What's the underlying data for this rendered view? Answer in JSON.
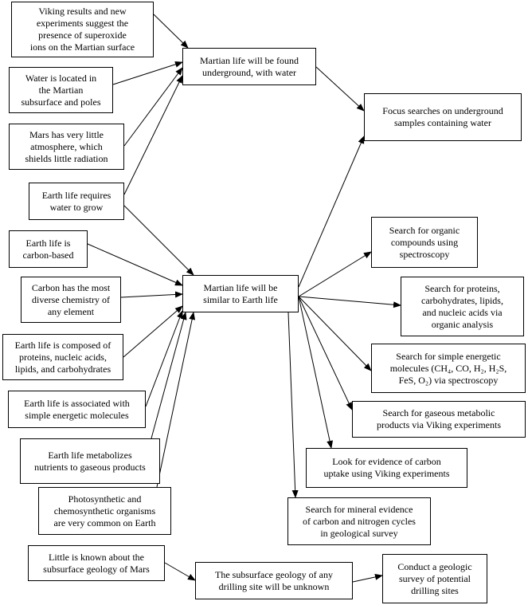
{
  "nodes": {
    "n_viking_superoxide": [
      "Viking results and new",
      "experiments suggest the",
      "presence of superoxide",
      "ions on the Martian surface"
    ],
    "n_water_located": [
      "Water is located in",
      "the Martian",
      "subsurface and poles"
    ],
    "n_mars_atmosphere": [
      "Mars has very little",
      "atmosphere, which",
      "shields little radiation"
    ],
    "n_earth_water": [
      "Earth life requires",
      "water to grow"
    ],
    "n_carbon_based": [
      "Earth life is",
      "carbon-based"
    ],
    "n_carbon_chem": [
      "Carbon has the most",
      "diverse chemistry of",
      "any element"
    ],
    "n_composed": [
      "Earth life is composed of",
      "proteins, nucleic acids,",
      "lipids, and carbohydrates"
    ],
    "n_energetic_assoc": [
      "Earth life is associated with",
      "simple energetic molecules"
    ],
    "n_metabolizes": [
      "Earth life metabolizes",
      "nutrients to gaseous products"
    ],
    "n_photosynthetic": [
      "Photosynthetic and",
      "chemosynthetic organisms",
      "are very common on Earth"
    ],
    "n_little_known": [
      "Little is known about the",
      "subsurface geology of Mars"
    ],
    "n_underground": [
      "Martian life will be found",
      "underground, with water"
    ],
    "n_similar": [
      "Martian life will be",
      "similar to Earth life"
    ],
    "n_subsurface_unknown": [
      "The subsurface geology of any",
      "drilling site will be unknown"
    ],
    "n_focus": [
      "Focus searches on underground",
      "samples containing water"
    ],
    "n_organic_spec": [
      "Search for organic",
      "compounds using",
      "spectroscopy"
    ],
    "n_proteins": [
      "Search for proteins,",
      "carbohydrates, lipids,",
      "and nucleic acids via",
      "organic analysis"
    ],
    "n_simple_energetic": [
      "Search for simple energetic",
      "molecules (CH₄, CO, H₂, H₂S,",
      "FeS, O₂) via spectroscopy"
    ],
    "n_gaseous": [
      "Search for gaseous metabolic",
      "products via Viking experiments"
    ],
    "n_carbon_uptake": [
      "Look for evidence of carbon",
      "uptake using Viking experiments"
    ],
    "n_mineral": [
      "Search for mineral evidence",
      "of carbon and nitrogen cycles",
      "in geological survey"
    ],
    "n_conduct": [
      "Conduct a geologic",
      "survey of potential",
      "drilling sites"
    ]
  },
  "edges": [
    [
      "n_viking_superoxide",
      "n_underground"
    ],
    [
      "n_water_located",
      "n_underground"
    ],
    [
      "n_mars_atmosphere",
      "n_underground"
    ],
    [
      "n_earth_water",
      "n_underground"
    ],
    [
      "n_earth_water",
      "n_similar"
    ],
    [
      "n_carbon_based",
      "n_similar"
    ],
    [
      "n_carbon_chem",
      "n_similar"
    ],
    [
      "n_composed",
      "n_similar"
    ],
    [
      "n_energetic_assoc",
      "n_similar"
    ],
    [
      "n_metabolizes",
      "n_similar"
    ],
    [
      "n_photosynthetic",
      "n_similar"
    ],
    [
      "n_underground",
      "n_focus"
    ],
    [
      "n_similar",
      "n_focus"
    ],
    [
      "n_similar",
      "n_organic_spec"
    ],
    [
      "n_similar",
      "n_proteins"
    ],
    [
      "n_similar",
      "n_simple_energetic"
    ],
    [
      "n_similar",
      "n_gaseous"
    ],
    [
      "n_similar",
      "n_carbon_uptake"
    ],
    [
      "n_similar",
      "n_mineral"
    ],
    [
      "n_little_known",
      "n_subsurface_unknown"
    ],
    [
      "n_subsurface_unknown",
      "n_conduct"
    ]
  ]
}
